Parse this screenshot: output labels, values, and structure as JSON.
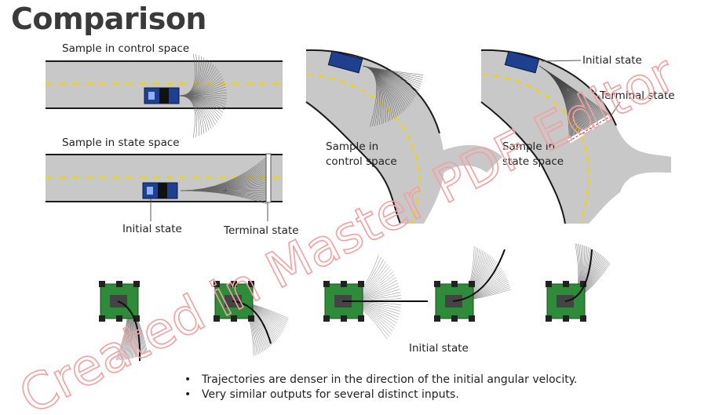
{
  "title": "Comparison",
  "labels": {
    "top_left_control": "Sample in control space",
    "top_left_state": "Sample in state space",
    "initial_state": "Initial state",
    "terminal_state": "Terminal state",
    "curve_control_line1": "Sample in",
    "curve_control_line2": "control space",
    "curve_state_line1": "Sample in",
    "curve_state_line2": "state space",
    "curve_initial_state": "Initial state",
    "curve_terminal_state": "Terminal state",
    "robots_initial_state": "Initial state"
  },
  "bullets": [
    "Trajectories are denser in the direction of the initial angular velocity.",
    "Very similar outputs for several distinct inputs."
  ],
  "watermark": "Created in Master PDF Editor",
  "colors": {
    "road": "#c8c8c8",
    "road_edge": "#1a1a1a",
    "lane": "#f2d400",
    "car": "#1f3f8f",
    "robot_body": "#2e8b3a",
    "watermark": "#f2a0a0"
  }
}
